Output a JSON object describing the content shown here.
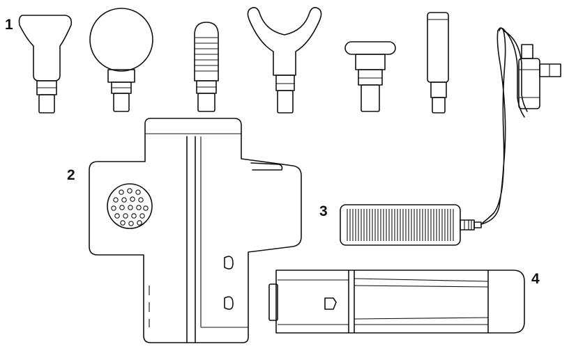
{
  "labels": {
    "attachments": "1",
    "massage_gun": "2",
    "power_adapter": "3",
    "battery": "4"
  },
  "colors": {
    "line": "#111111",
    "background": "#ffffff"
  }
}
